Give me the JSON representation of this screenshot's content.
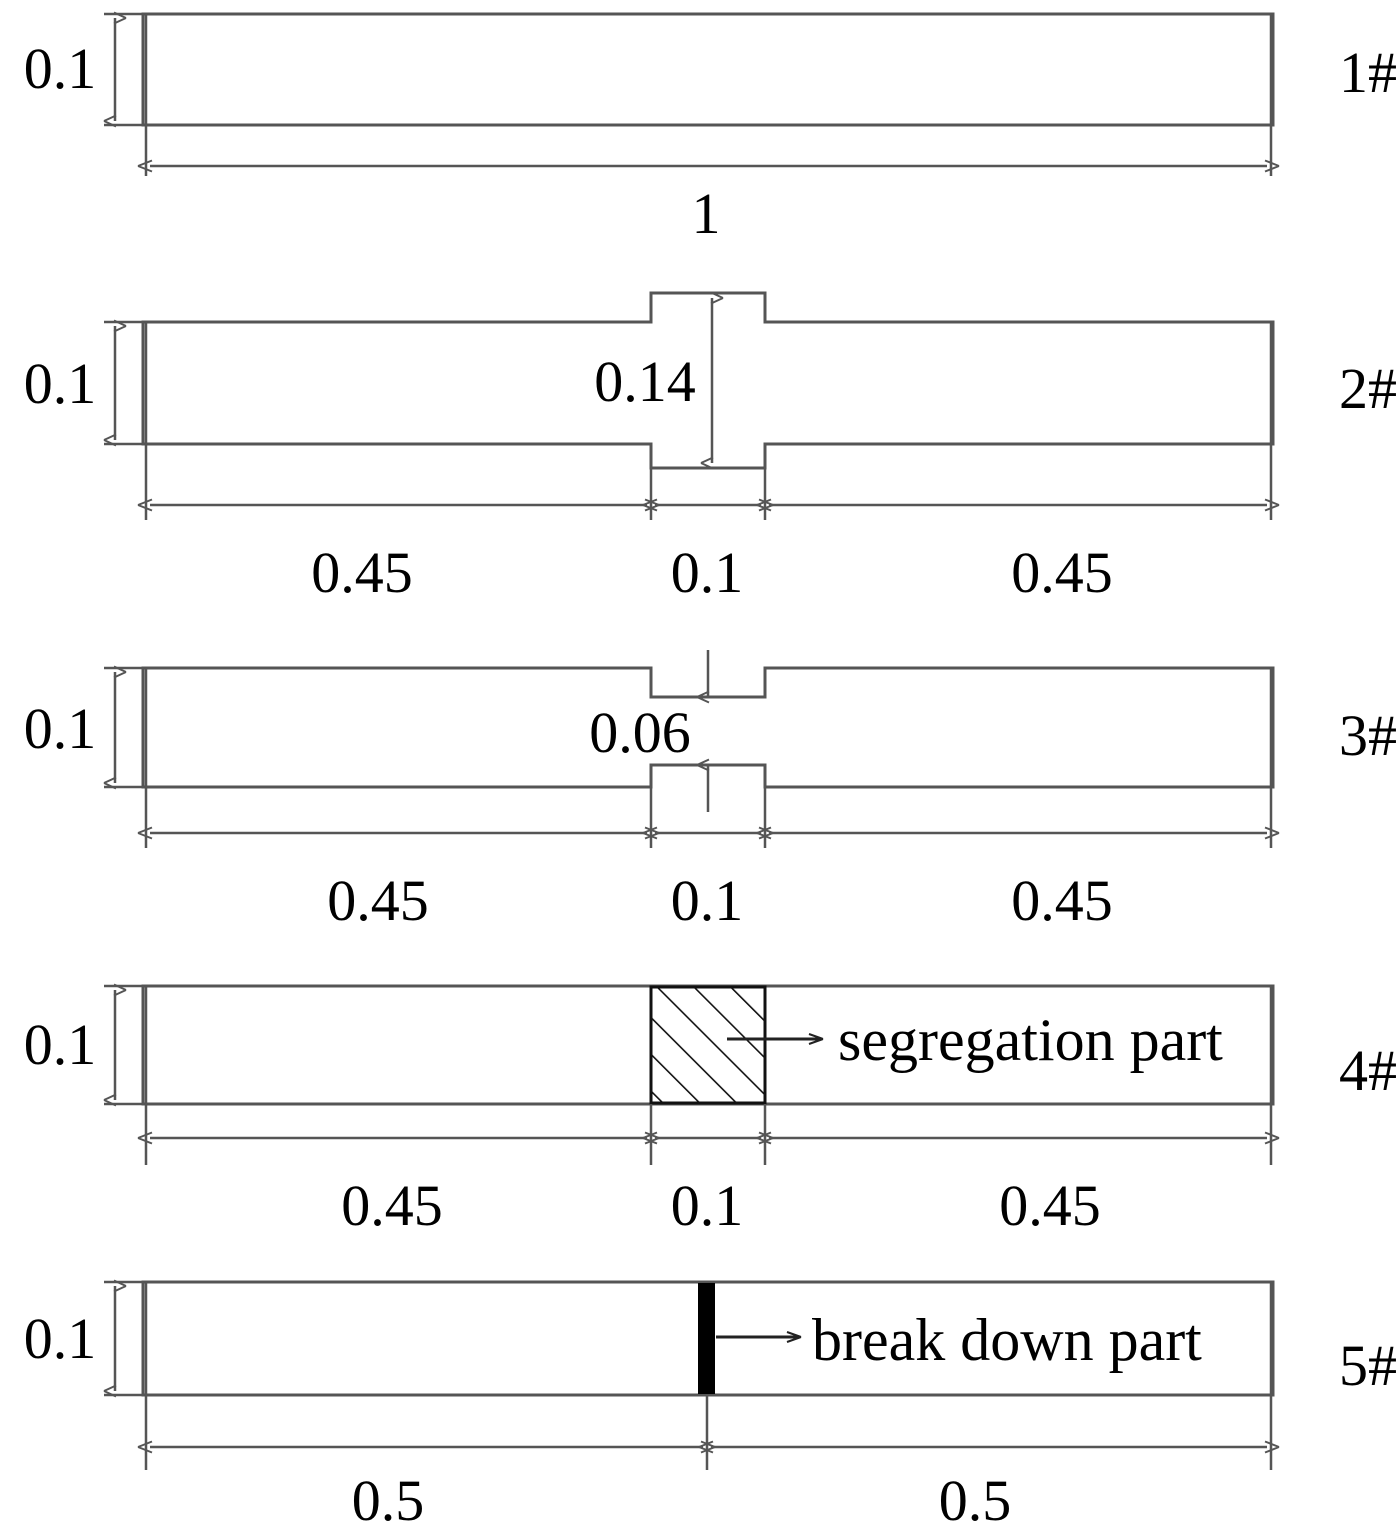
{
  "figure": {
    "type": "engineering-drawing",
    "description": "Five schematic specimen bars with dimension annotations",
    "units_note": "",
    "line_color": "#555555",
    "accent_color": "#000000",
    "background": "#ffffff"
  },
  "specimens": [
    {
      "id": "1#",
      "label": "1#",
      "height_label": "0.1",
      "length_labels": [
        "1"
      ],
      "feature": "none",
      "feature_label": "",
      "feature_dimension": ""
    },
    {
      "id": "2#",
      "label": "2#",
      "height_label": "0.1",
      "length_labels": [
        "0.45",
        "0.1",
        "0.45"
      ],
      "feature": "thickened-middle",
      "feature_label": "",
      "feature_dimension": "0.14"
    },
    {
      "id": "3#",
      "label": "3#",
      "height_label": "0.1",
      "length_labels": [
        "0.45",
        "0.1",
        "0.45"
      ],
      "feature": "thinned-middle",
      "feature_label": "",
      "feature_dimension": "0.06"
    },
    {
      "id": "4#",
      "label": "4#",
      "height_label": "0.1",
      "length_labels": [
        "0.45",
        "0.1",
        "0.45"
      ],
      "feature": "hatched-middle",
      "feature_label": "segregation part",
      "feature_dimension": ""
    },
    {
      "id": "5#",
      "label": "5#",
      "height_label": "0.1",
      "length_labels": [
        "0.5",
        "0.5"
      ],
      "feature": "solid-black-strip",
      "feature_label": "break down part",
      "feature_dimension": ""
    }
  ]
}
